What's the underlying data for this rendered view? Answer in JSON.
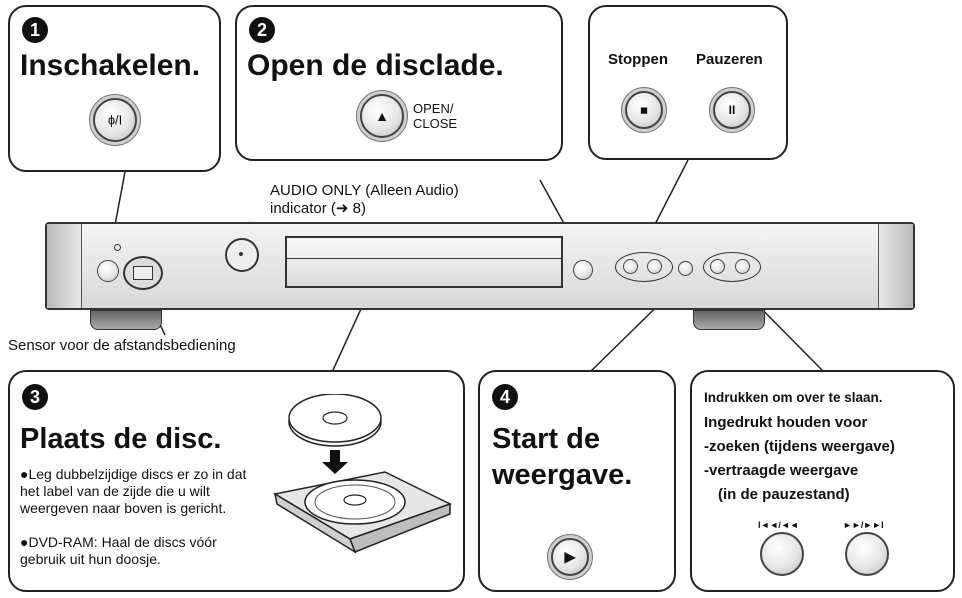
{
  "step1": {
    "number": "1",
    "title": "Inschakelen.",
    "button_glyph": "ɸ/I"
  },
  "step2": {
    "number": "2",
    "title": "Open de disclade.",
    "button_glyph": "▲",
    "button_label_line1": "OPEN/",
    "button_label_line2": "CLOSE"
  },
  "stop_pause": {
    "stop_label": "Stoppen",
    "pause_label": "Pauzeren",
    "stop_glyph": "■",
    "pause_glyph": "II"
  },
  "indicator": {
    "line1": "AUDIO ONLY (Alleen Audio)",
    "line2": "indicator (➜ 8)"
  },
  "sensor_label": "Sensor voor de afstandsbediening",
  "step3": {
    "number": "3",
    "title": "Plaats de disc.",
    "bullets": [
      "●Leg dubbelzijdige discs er zo in dat het label van de zijde die u wilt weergeven naar boven is gericht.",
      "●DVD-RAM: Haal de discs vóór gebruik uit hun doosje."
    ]
  },
  "step4": {
    "number": "4",
    "title_line1": "Start de",
    "title_line2": "weergave.",
    "button_glyph": "▶"
  },
  "skip": {
    "lines": [
      "Indrukken om over te slaan.",
      "Ingedrukt houden voor",
      "-zoeken (tijdens weergave)",
      "-vertraagde weergave",
      "(in de pauzestand)"
    ],
    "prev_label": "I◄◄/◄◄",
    "next_label": "►►/►►I"
  }
}
